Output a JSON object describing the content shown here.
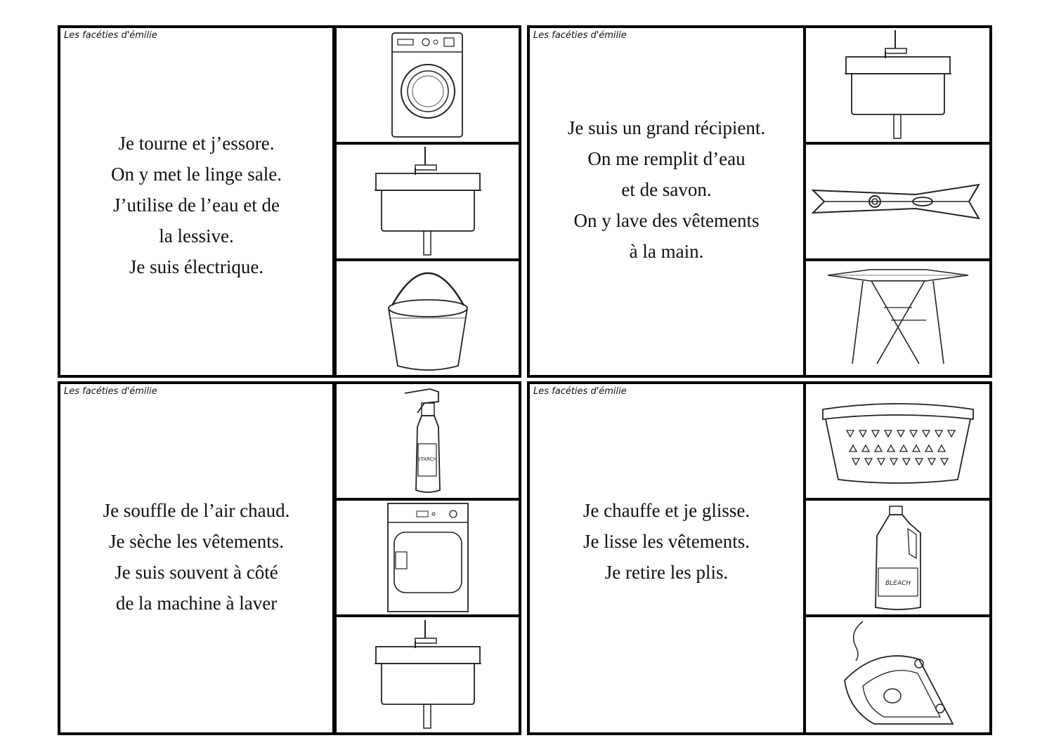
{
  "cards": [
    {
      "brand": "Les facéties d'émilie",
      "lines": [
        "Je tourne et j’essore.",
        "On y met le linge sale.",
        "J’utilise de l’eau et de",
        "la lessive.",
        "Je suis électrique."
      ],
      "images": [
        "washing-machine-icon",
        "sink-icon",
        "bucket-icon"
      ]
    },
    {
      "brand": "Les facéties d'émilie",
      "lines": [
        "Je suis un grand récipient.",
        "On me remplit d’eau",
        "et de savon.",
        "On y lave des vêtements",
        "à la main."
      ],
      "images": [
        "sink-icon",
        "clothespin-icon",
        "drying-rack-icon"
      ]
    },
    {
      "brand": "Les facéties d'émilie",
      "lines": [
        "Je souffle de l’air chaud.",
        "Je sèche les vêtements.",
        "Je suis souvent à côté",
        "de la machine à laver"
      ],
      "images": [
        "spray-bottle-icon",
        "dryer-icon",
        "sink-icon"
      ]
    },
    {
      "brand": "Les facéties d'émilie",
      "lines": [
        "Je chauffe et je glisse.",
        "Je lisse les vêtements.",
        "Je retire les plis."
      ],
      "images": [
        "laundry-basket-icon",
        "bleach-bottle-icon",
        "iron-icon"
      ]
    }
  ],
  "image_texts": {
    "spray_label": "STARCH",
    "bleach_label": "BLEACH"
  }
}
